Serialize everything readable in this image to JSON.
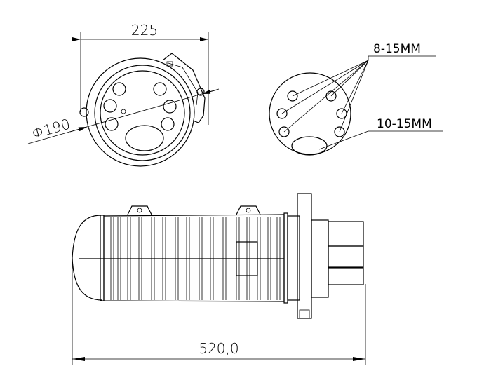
{
  "drawing": {
    "front_view": {
      "width_dim": "225",
      "diameter_dim": "Φ190"
    },
    "port_view": {
      "small_port_label": "8-15MM",
      "oval_port_label": "10-15MM"
    },
    "side_view": {
      "length_dim": "520,0"
    }
  }
}
